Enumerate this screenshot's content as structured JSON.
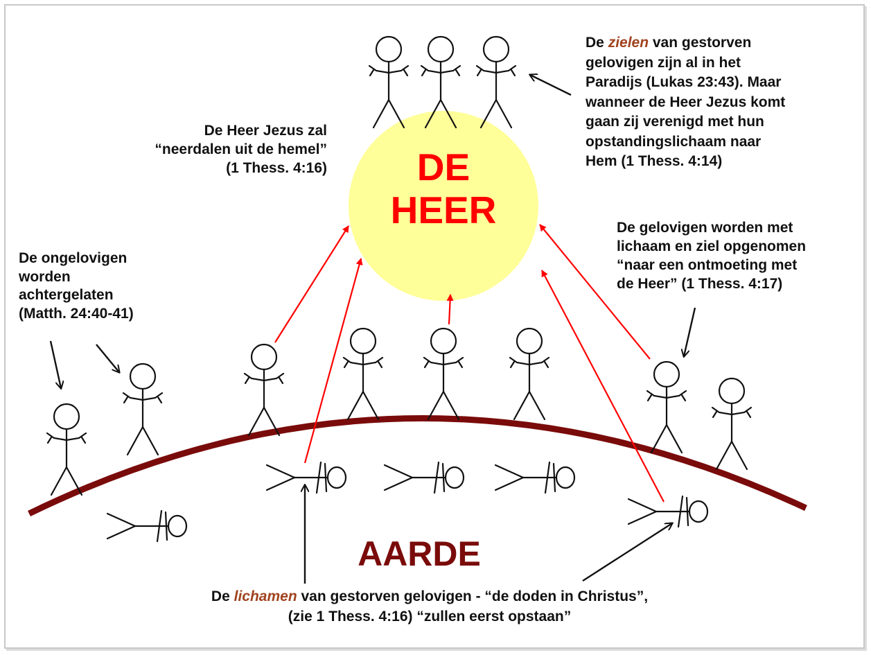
{
  "center": {
    "line1": "DE",
    "line2": "HEER"
  },
  "earth": {
    "label": "AARDE"
  },
  "notes": {
    "descend": {
      "line1": "De Heer Jezus zal",
      "line2": "“neerdalen uit de hemel”",
      "line3": "(1 Thess. 4:16)"
    },
    "souls": {
      "prefix": "De ",
      "emphasis": "zielen",
      "suffix": " van gestorven",
      "line2": "gelovigen zijn al in het",
      "line3": "Paradijs (Lukas 23:43).  Maar",
      "line4": "wanneer de Heer Jezus komt",
      "line5": "gaan zij  verenigd met hun",
      "line6": "opstandingslichaam  naar",
      "line7": "Hem (1 Thess. 4:14)"
    },
    "unbelievers": {
      "line1": "De ongelovigen",
      "line2": "worden",
      "line3": "achtergelaten",
      "line4": "(Matth. 24:40-41)"
    },
    "believers": {
      "line1": "De gelovigen worden  met",
      "line2": "lichaam en ziel opgenomen",
      "line3": "“naar een ontmoeting met",
      "line4": "de Heer”  (1 Thess. 4:17)"
    },
    "bodies": {
      "prefix": "De ",
      "emphasis": "lichamen",
      "suffix": " van gestorven  gelovigen - “de doden in Christus”,",
      "line2": "(zie 1 Thess. 4:16)  “zullen eerst opstaan”"
    }
  },
  "colors": {
    "sun": "#ffff99",
    "earth": "#7a0b0b",
    "red_text": "#ff0000",
    "arrow_red": "#ff0000",
    "ink": "#111111",
    "emphasis": "#a0431f"
  }
}
